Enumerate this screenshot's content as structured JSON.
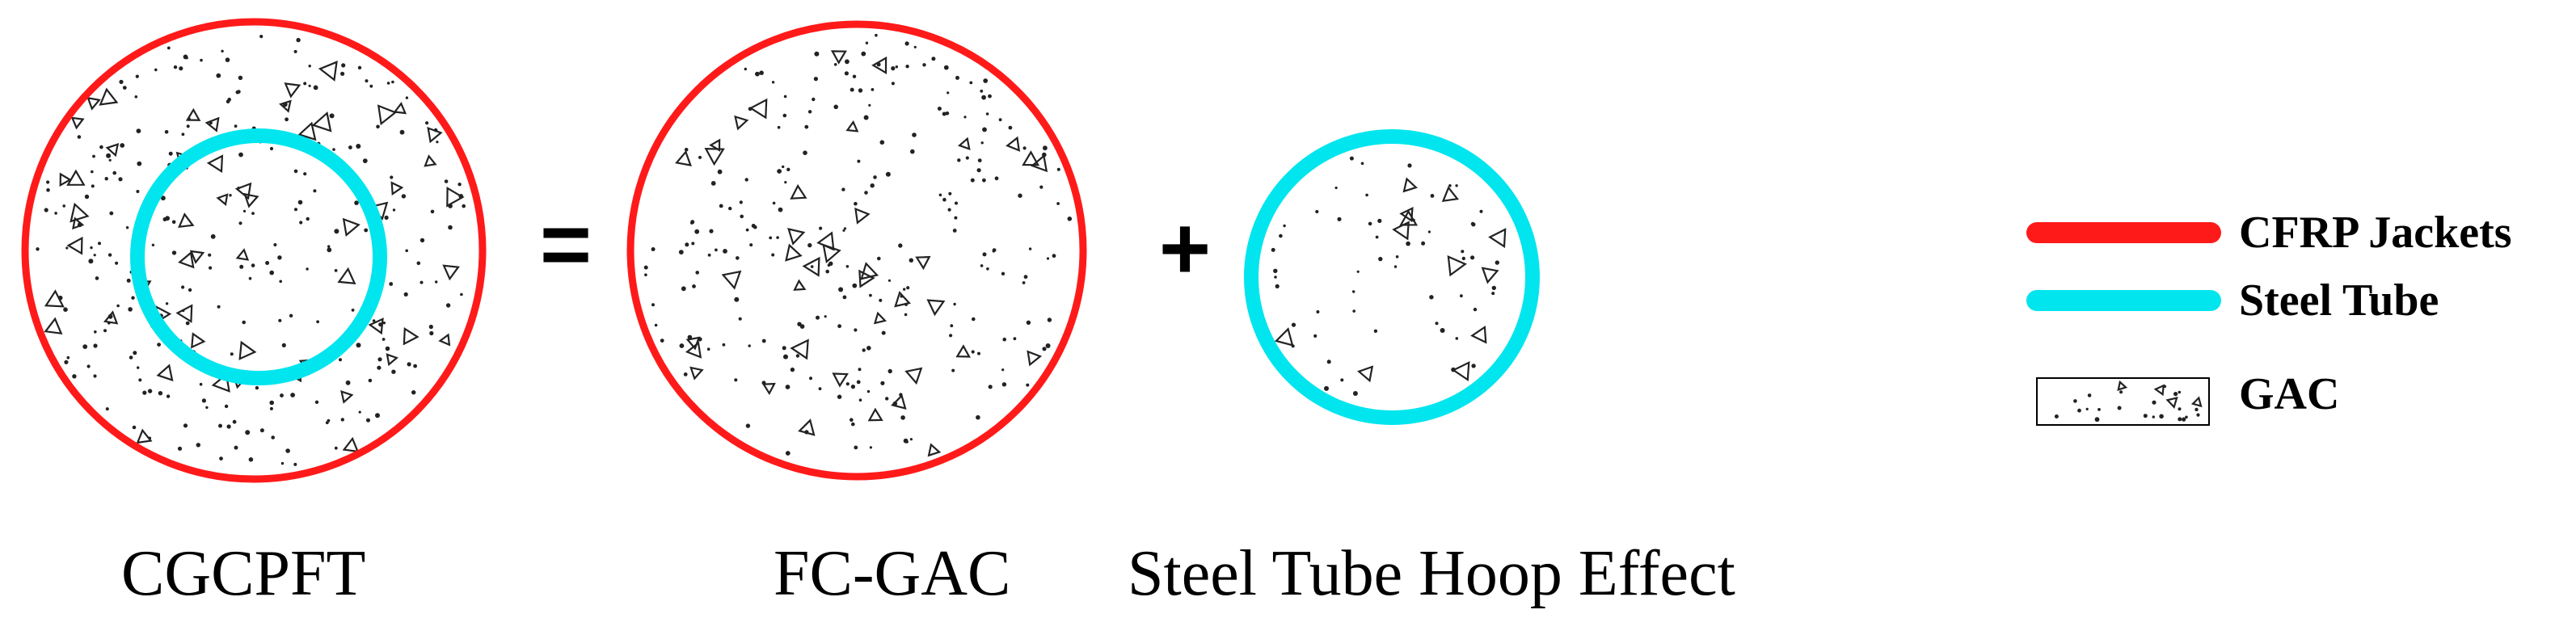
{
  "colors": {
    "cfrp": "#ff1a1a",
    "steel": "#00e5ee",
    "concrete_mark": "#222222",
    "background": "#ffffff"
  },
  "diagram": {
    "operators": {
      "equals": "=",
      "plus": "+"
    },
    "captions": {
      "cgcpft": "CGCPFT",
      "fc_gac": "FC-GAC",
      "steel_hoop": "Steel Tube Hoop Effect"
    },
    "legend": {
      "cfrp": "CFRP Jackets",
      "steel": "Steel Tube",
      "gac": "GAC"
    }
  }
}
